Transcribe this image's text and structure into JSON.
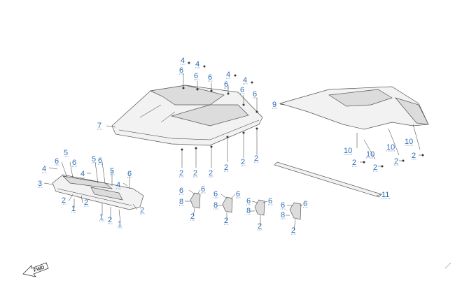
{
  "diagram": {
    "callouts": [
      "1",
      "2",
      "3",
      "4",
      "5",
      "6",
      "7",
      "8",
      "9",
      "10",
      "11"
    ],
    "direction_label": "FWD"
  }
}
